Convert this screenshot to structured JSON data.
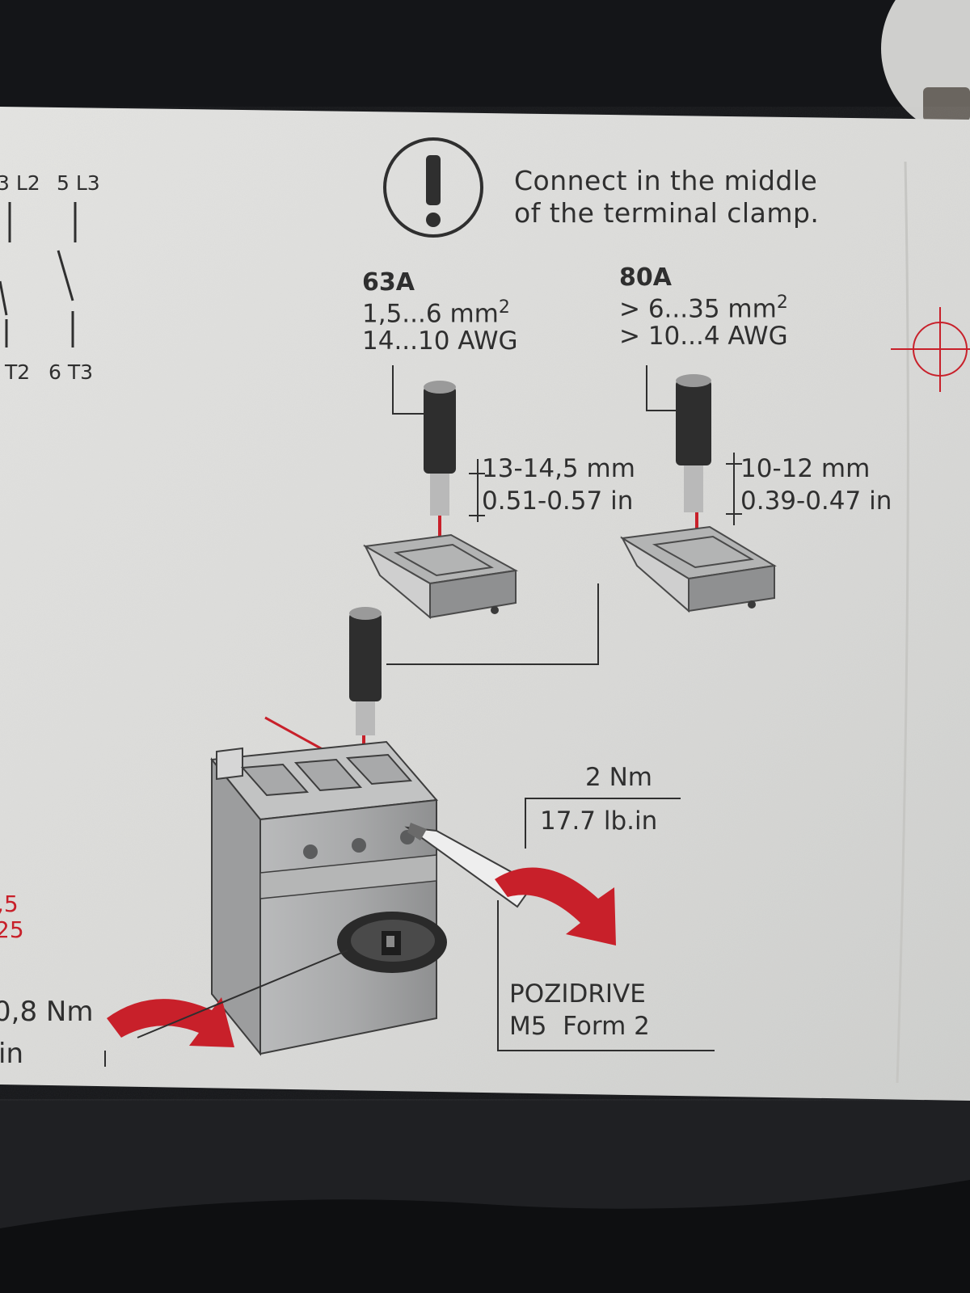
{
  "colors": {
    "background": "#17181b",
    "box": "#dcdcda",
    "print": "#2f2f2f",
    "accent": "#c8202a"
  },
  "icons": [
    "warning-icon",
    "registration-mark-icon",
    "rotate-arrow-icon",
    "screwdriver-icon",
    "wire-icon",
    "terminal-clamp-icon",
    "switch-disconnector-icon"
  ],
  "left_edge": {
    "line_top_1": "3 L2",
    "line_top_2": "5 L3",
    "line_bottom_1": "T2",
    "line_bottom_2": "6 T3",
    "fragment_1": ",5",
    "fragment_2": "25",
    "torque_partial": "0,8 Nm",
    "torque_unit_partial": "in"
  },
  "notice": {
    "line1": "Connect in the middle",
    "line2": "of the terminal clamp."
  },
  "rating_63a": {
    "current": "63A",
    "section": "1,5...6 mm",
    "section_exp": "2",
    "awg": "14...10 AWG",
    "strip_mm": "13-14,5 mm",
    "strip_in": "0.51-0.57 in"
  },
  "rating_80a": {
    "current": "80A",
    "section": "> 6...35 mm",
    "section_exp": "2",
    "awg": "> 10...4 AWG",
    "strip_mm": "10-12 mm",
    "strip_in": "0.39-0.47 in"
  },
  "torque": {
    "nm": "2 Nm",
    "lbin": "17.7 lb.in"
  },
  "tool": {
    "line1": "POZIDRIVE",
    "line2": "M5  Form 2"
  }
}
